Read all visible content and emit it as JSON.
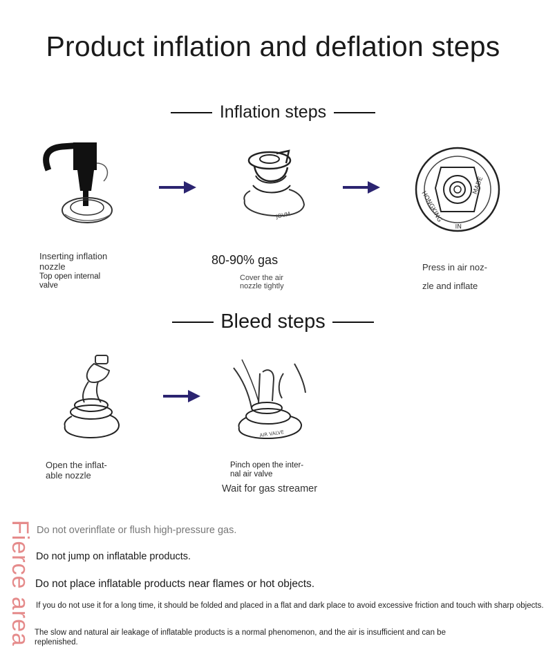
{
  "page": {
    "title": "Product inflation and deflation steps"
  },
  "inflation": {
    "heading": "Inflation steps",
    "steps": [
      {
        "line1": "Inserting inflation",
        "line2": "nozzle",
        "sub1": "Top open internal",
        "sub2": "valve"
      },
      {
        "main": "80-90% gas",
        "sub1": "Cover the air",
        "sub2": "nozzle tightly"
      },
      {
        "line1": "Press in air noz-",
        "line2": "zle and inflate"
      }
    ]
  },
  "bleed": {
    "heading": "Bleed steps",
    "steps": [
      {
        "line1": "Open the inflat-",
        "line2": "able nozzle"
      },
      {
        "sub1": "Pinch open the inter-",
        "sub2": "nal air valve",
        "main": "Wait for gas streamer"
      }
    ]
  },
  "side_label": "Fierce area",
  "notes": [
    "Do not overinflate or flush high-pressure gas.",
    "Do not jump on inflatable products.",
    "Do not place inflatable products near flames or hot objects.",
    "If you do not use it for a long time, it should be folded and placed in a flat and dark place to avoid excessive friction and touch with sharp objects.",
    "The slow and natural air leakage of inflatable products is a normal phenomenon, and the air is insufficient and can be replenished."
  ],
  "colors": {
    "arrow": "#2b2470",
    "side_label": "#e58b8b"
  },
  "icons": [
    "pump-nozzle-illustration-icon",
    "valve-cap-illustration-icon",
    "valve-topview-illustration-icon",
    "open-valve-illustration-icon",
    "pinch-valve-illustration-icon",
    "arrow-right-icon"
  ]
}
